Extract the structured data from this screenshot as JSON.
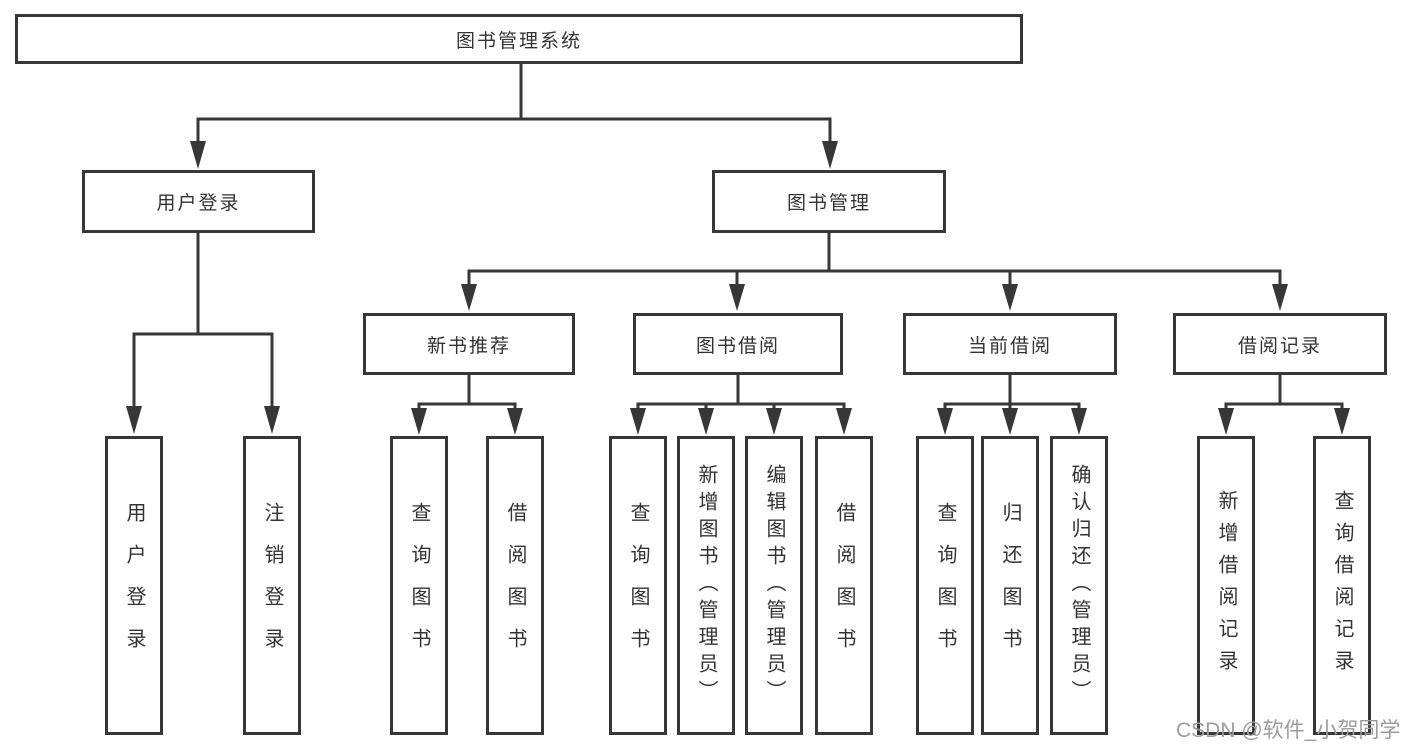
{
  "diagram": {
    "root": "图书管理系统",
    "branches": [
      {
        "label": "用户登录",
        "leaves": [
          "用户登录",
          "注销登录"
        ]
      },
      {
        "label": "图书管理",
        "sections": [
          {
            "label": "新书推荐",
            "leaves": [
              "查询图书",
              "借阅图书"
            ]
          },
          {
            "label": "图书借阅",
            "leaves": [
              "查询图书",
              "新增图书（管理员）",
              "编辑图书（管理员）",
              "借阅图书"
            ]
          },
          {
            "label": "当前借阅",
            "leaves": [
              "查询图书",
              "归还图书",
              "确认归还（管理员）"
            ]
          },
          {
            "label": "借阅记录",
            "leaves": [
              "新增借阅记录",
              "查询借阅记录"
            ]
          }
        ]
      }
    ]
  },
  "watermark": "CSDN @软件_小贺同学",
  "colors": {
    "line": "#373737",
    "text": "#333333",
    "watermark": "#9c9c9c",
    "background": "#ffffff"
  }
}
